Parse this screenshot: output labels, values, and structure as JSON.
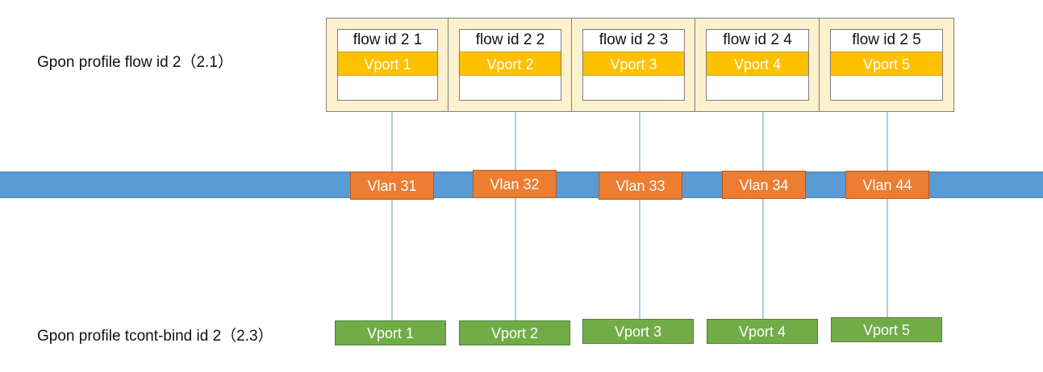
{
  "labels": {
    "flow_row": "Gpon profile flow id 2（2.1）",
    "tcont_row": "Gpon profile tcont-bind id 2（2.3）"
  },
  "flows": [
    {
      "title": "flow id 2 1",
      "vport": "Vport 1"
    },
    {
      "title": "flow id 2 2",
      "vport": "Vport 2"
    },
    {
      "title": "flow id 2 3",
      "vport": "Vport 3"
    },
    {
      "title": "flow id 2 4",
      "vport": "Vport 4"
    },
    {
      "title": "flow id 2 5",
      "vport": "Vport 5"
    }
  ],
  "vlans": [
    "Vlan 31",
    "Vlan 32",
    "Vlan 33",
    "Vlan 34",
    "Vlan 44"
  ],
  "tcont_vports": [
    "Vport 1",
    "Vport 2",
    "Vport 3",
    "Vport 4",
    "Vport 5"
  ],
  "colors": {
    "bar": "#5b9bd5",
    "card_fill": "#fdf0cd",
    "flow_vport": "#ffc000",
    "vlan": "#ed7d31",
    "tcont_vport": "#70ad47",
    "connector": "#5b9bd5"
  }
}
